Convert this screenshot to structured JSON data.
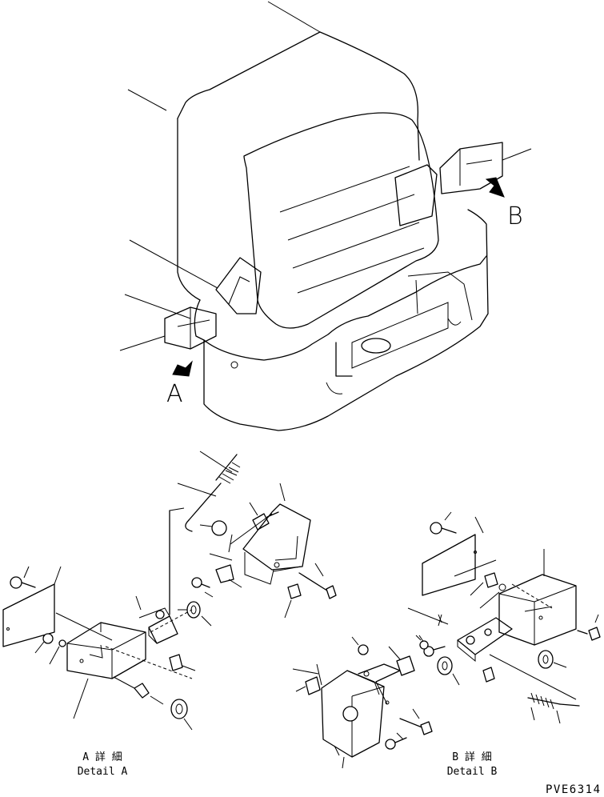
{
  "labels": {
    "view_a": "A",
    "view_b": "B",
    "detail_a_jp": "A 詳 細",
    "detail_a_en": "Detail A",
    "detail_b_jp": "B 詳 細",
    "detail_b_en": "Detail B",
    "drawing_code": "PVE6314"
  }
}
